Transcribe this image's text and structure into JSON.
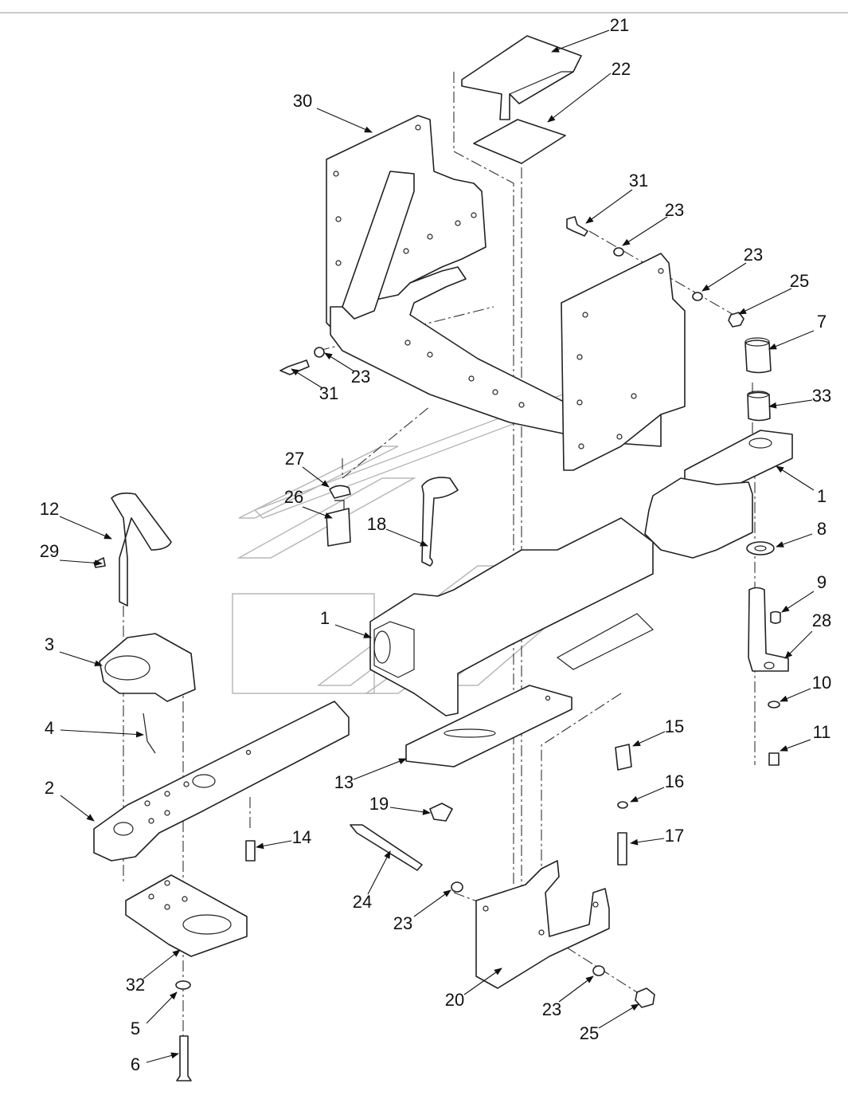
{
  "callouts": [
    {
      "label": "21"
    },
    {
      "label": "22"
    },
    {
      "label": "30"
    },
    {
      "label": "31"
    },
    {
      "label": "23"
    },
    {
      "label": "23"
    },
    {
      "label": "25"
    },
    {
      "label": "7"
    },
    {
      "label": "33"
    },
    {
      "label": "31"
    },
    {
      "label": "23"
    },
    {
      "label": "27"
    },
    {
      "label": "26"
    },
    {
      "label": "18"
    },
    {
      "label": "1"
    },
    {
      "label": "12"
    },
    {
      "label": "29"
    },
    {
      "label": "8"
    },
    {
      "label": "9"
    },
    {
      "label": "28"
    },
    {
      "label": "1"
    },
    {
      "label": "3"
    },
    {
      "label": "10"
    },
    {
      "label": "11"
    },
    {
      "label": "4"
    },
    {
      "label": "15"
    },
    {
      "label": "13"
    },
    {
      "label": "16"
    },
    {
      "label": "2"
    },
    {
      "label": "19"
    },
    {
      "label": "14"
    },
    {
      "label": "17"
    },
    {
      "label": "24"
    },
    {
      "label": "23"
    },
    {
      "label": "32"
    },
    {
      "label": "20"
    },
    {
      "label": "23"
    },
    {
      "label": "5"
    },
    {
      "label": "25"
    },
    {
      "label": "6"
    }
  ]
}
